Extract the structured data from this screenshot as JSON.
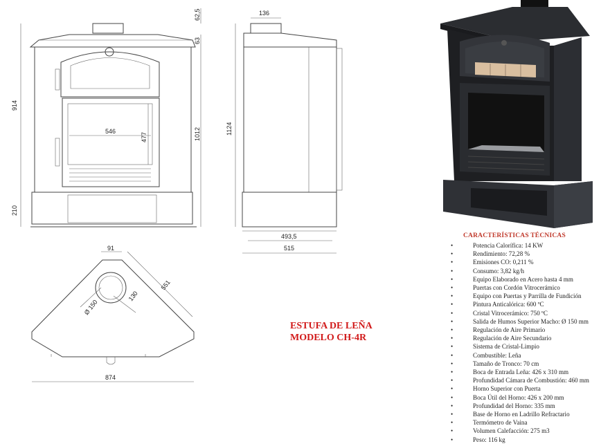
{
  "model": {
    "line1": "ESTUFA DE LEÑA",
    "line2": "MODELO CH-4R"
  },
  "specs": {
    "heading": "CARACTERÍSTICAS TÉCNICAS",
    "items": [
      "Potencia Calorífica: 14 KW",
      "Rendimiento: 72,28 %",
      "Emisiones CO: 0,211 %",
      "Consumo:  3,82 kg/h",
      "Equipo Elaborado en Acero hasta 4 mm",
      "Puertas con Cordón  Vitrocerámico",
      "Equipo con Puertas y Parrilla de Fundición",
      "Pintura Anticalórica: 600 ºC",
      "Cristal Vitrocerámico: 750 ºC",
      "Salida de Humos Superior  Macho:  Ø 150 mm",
      "Regulación  de Aire Primario",
      "Regulación de Aire Secundario",
      "Sistema de Cristal-Limpio",
      "Combustible: Leña",
      "Tamaño de Tronco: 70 cm",
      "Boca de Entrada Leña: 426 x 310 mm",
      "Profundidad Cámara de Combustión: 460 mm",
      "Horno Superior  con Puerta",
      "Boca Útil del Horno: 426 x 200 mm",
      "Profundidad del Horno: 335 mm",
      "Base de Horno en Ladrillo Refractario",
      "Termómetro de Vaina",
      "Volumen Calefacción: 275 m3",
      "Peso: 116 kg"
    ]
  },
  "dimensions": {
    "front_total_height": "914",
    "front_top_offset": "62,5",
    "front_roof": "63",
    "front_width_inner": "546",
    "front_door_height": "477",
    "front_body_height": "1012",
    "front_base_height": "210",
    "side_flue": "136",
    "side_total_height": "1124",
    "side_depth_inner": "493,5",
    "side_depth_total": "515",
    "plan_flue_offset": "91",
    "plan_side": "551",
    "plan_flue_diameter": "Ø 150",
    "plan_flue_dist": "130",
    "plan_total_width": "874"
  }
}
